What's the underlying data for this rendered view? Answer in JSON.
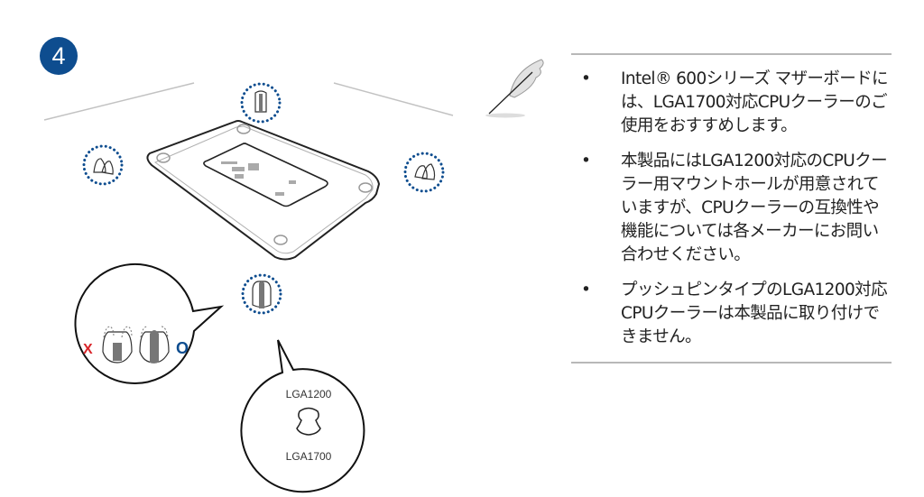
{
  "step": {
    "number": "4"
  },
  "figure": {
    "wrong_mark": "X",
    "correct_mark": "O",
    "wrong_color": "#d9252a",
    "correct_color": "#0e4d8f",
    "callout_label_top": "LGA1200",
    "callout_label_bottom": "LGA1700",
    "dotted_circle_color": "#0e4d8f"
  },
  "notes": {
    "icon": "feather-pen-icon",
    "bullet": "•",
    "items": [
      {
        "text": "Intel® 600シリーズ マザーボードには、LGA1700対応CPUクーラーのご使用をおすすめします。"
      },
      {
        "text": "本製品にはLGA1200対応のCPUクーラー用マウントホールが用意されていますが、CPUクーラーの互換性や機能については各メーカーにお問い合わせください。"
      },
      {
        "text": "プッシュピンタイプのLGA1200対応CPUクーラーは本製品に取り付けできません。"
      }
    ]
  }
}
